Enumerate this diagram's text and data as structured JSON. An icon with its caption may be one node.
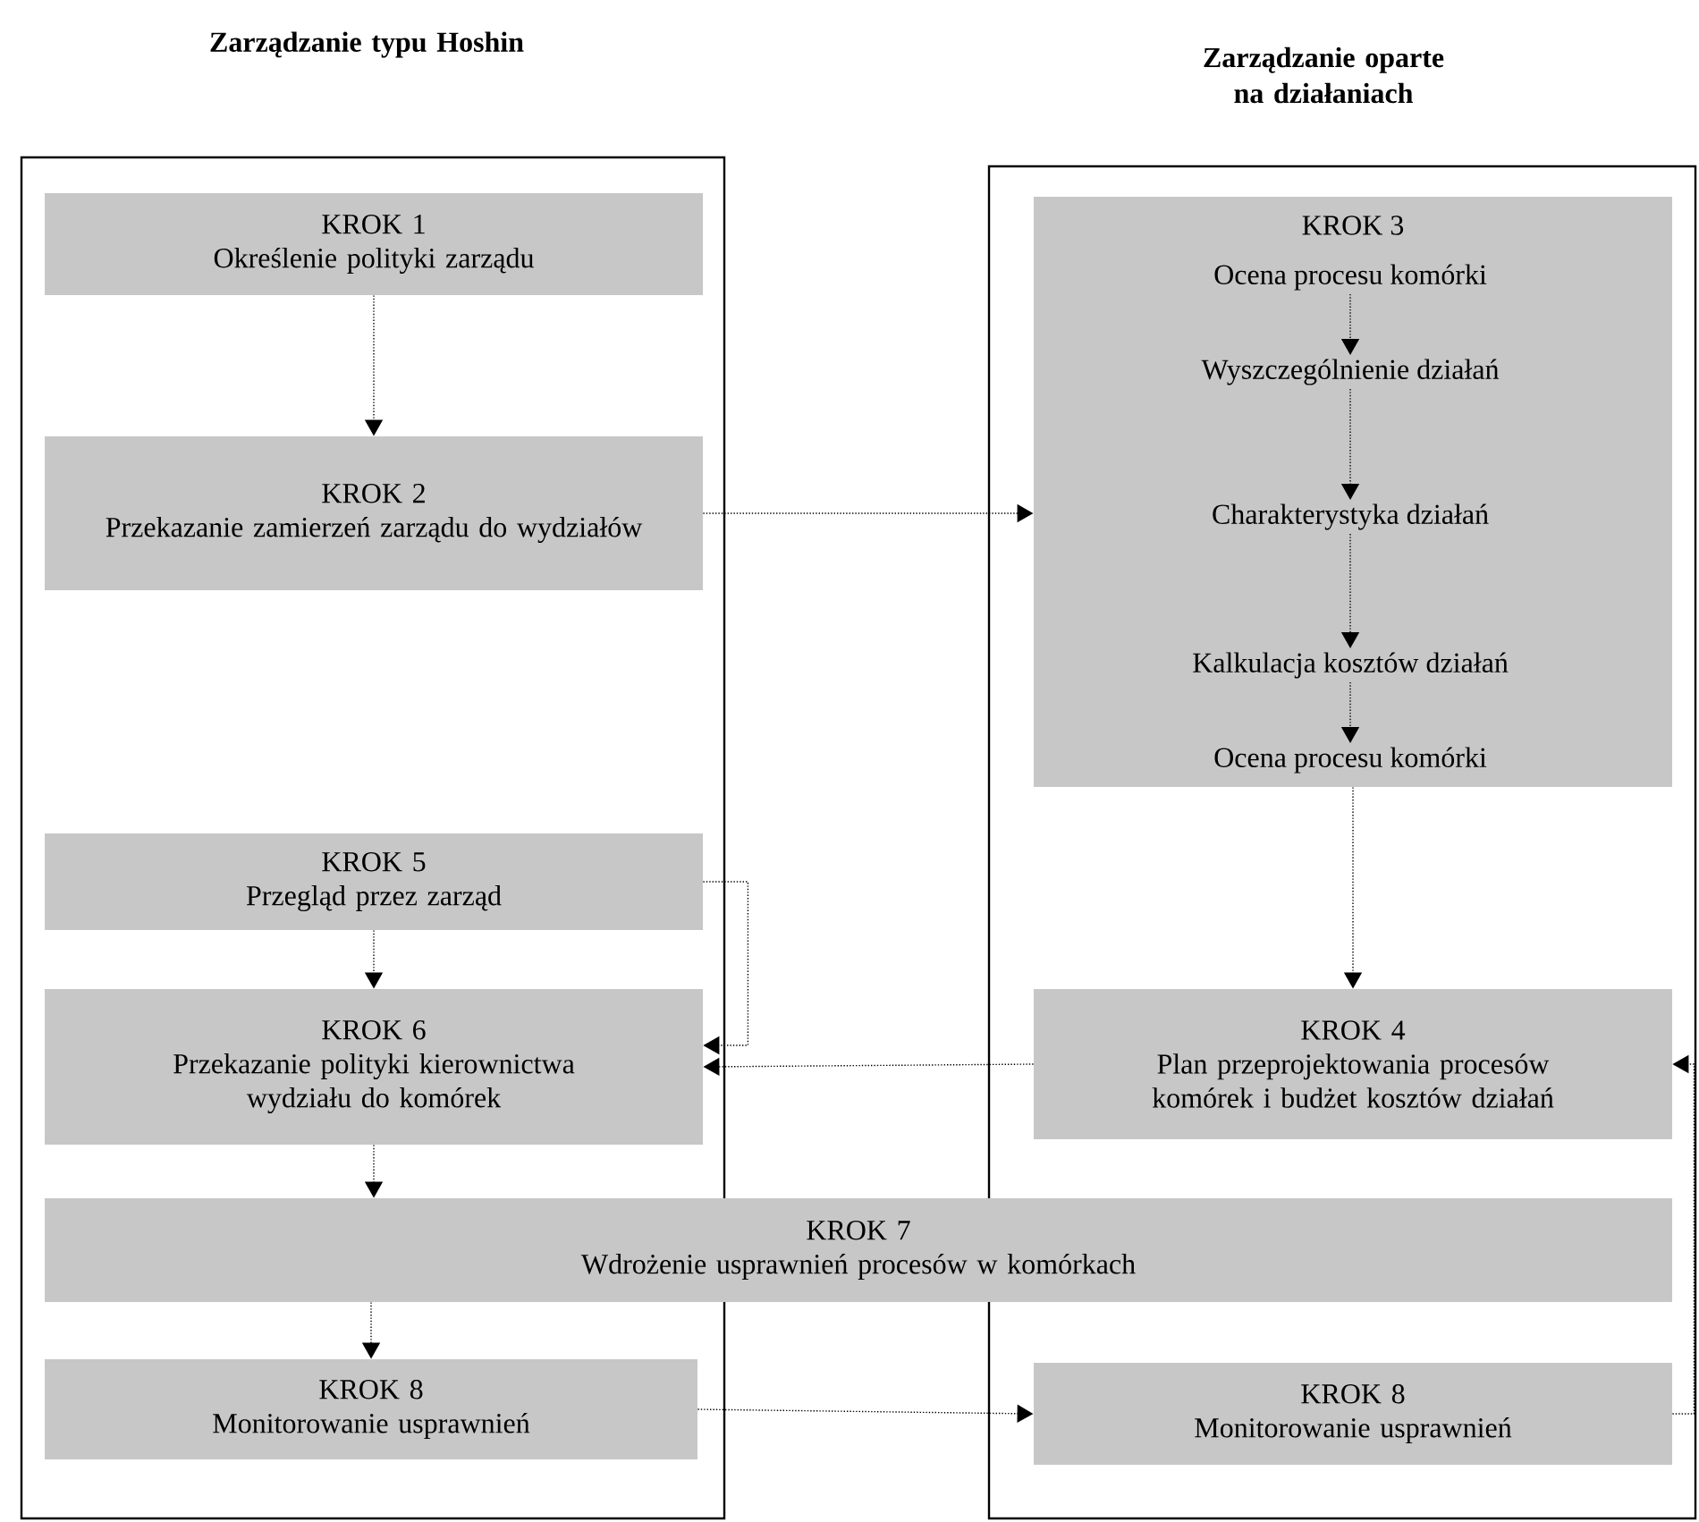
{
  "diagram": {
    "nodes": [
      {
        "text": [
          "Zarządzanie typu Hoshin"
        ]
      },
      {
        "text": [
          "Zarządzanie oparte na działaniach"
        ]
      },
      {
        "text": [
          "KROK 1",
          "Określenie polityki zarządu"
        ],
        "in": 0
      },
      {
        "text": [
          "KROK 2",
          "Przekazanie zamierzeń zarządu do wydziałów"
        ],
        "in": 0
      },
      {
        "text": [
          "KROK 3"
        ],
        "in": 1
      },
      {
        "text": [
          "Ocena procesu komórki"
        ],
        "in": 4
      },
      {
        "text": [
          "Wyszczególnienie działań"
        ],
        "in": 4
      },
      {
        "text": [
          "Charakterystyka działań"
        ],
        "in": 4
      },
      {
        "text": [
          "Kalkulacja kosztów działań"
        ],
        "in": 4
      },
      {
        "text": [
          "Ocena procesu komórki"
        ],
        "in": 4
      },
      {
        "text": [
          "KROK 5",
          "Przegląd przez zarząd"
        ],
        "in": 0
      },
      {
        "text": [
          "KROK 6",
          "Przekazanie polityki kierownictwa wydziału do komórek"
        ],
        "in": 0
      },
      {
        "text": [
          "KROK 4",
          "Plan przeprojektowania procesów komórek i budżet kosztów działań"
        ],
        "in": 1
      },
      {
        "text": [
          "KROK 7",
          "Wdrożenie usprawnień procesów w komórkach"
        ]
      },
      {
        "text": [
          "KROK 8",
          "Monitorowanie usprawnień"
        ],
        "in": 0
      },
      {
        "text": [
          "KROK 8",
          "Monitorowanie usprawnień"
        ],
        "in": 1
      }
    ],
    "edges": [
      {
        "from": 2,
        "to": 3,
        "arrow": "to"
      },
      {
        "from": 3,
        "to": 4,
        "arrow": "to"
      },
      {
        "from": 5,
        "to": 6,
        "arrow": "to"
      },
      {
        "from": 6,
        "to": 7,
        "arrow": "to"
      },
      {
        "from": 7,
        "to": 8,
        "arrow": "to"
      },
      {
        "from": 8,
        "to": 9,
        "arrow": "to"
      },
      {
        "from": 4,
        "to": 12,
        "arrow": "to"
      },
      {
        "from": 10,
        "to": 11,
        "arrow": "to"
      },
      {
        "from": 10,
        "to": 11,
        "arrow": "to"
      },
      {
        "from": 12,
        "to": 11,
        "arrow": "to"
      },
      {
        "from": 11,
        "to": 13,
        "arrow": "to"
      },
      {
        "from": 13,
        "to": 14,
        "arrow": "to"
      },
      {
        "from": 14,
        "to": 15,
        "arrow": "to"
      },
      {
        "from": 15,
        "to": 12,
        "arrow": "to"
      }
    ]
  }
}
